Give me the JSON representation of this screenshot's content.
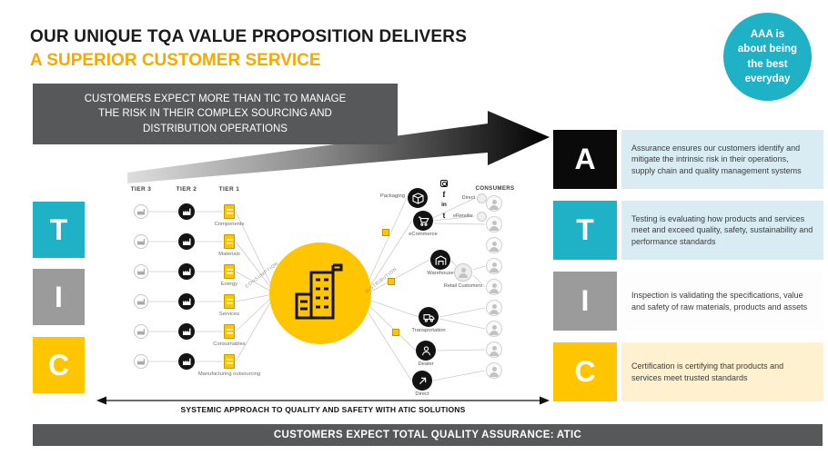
{
  "colors": {
    "cyan": "#1FB1C6",
    "yellow": "#FFC600",
    "orange_heading": "#F9A800",
    "dark_gray": "#57585A",
    "mid_gray": "#9B9B9C",
    "panel_blue": "#D9ECF4",
    "panel_yellow": "#FDF1CF",
    "black": "#0A0A0A"
  },
  "header": {
    "title_line1": "OUR UNIQUE TQA VALUE PROPOSITION DELIVERS",
    "title_line2": "A SUPERIOR CUSTOMER SERVICE"
  },
  "badge": {
    "text": "AAA is about being the best everyday"
  },
  "expect_banner": {
    "text": "CUSTOMERS EXPECT MORE THAN TIC TO MANAGE THE RISK IN THEIR COMPLEX SOURCING AND DISTRIBUTION OPERATIONS"
  },
  "left_letters": [
    {
      "letter": "T"
    },
    {
      "letter": "I"
    },
    {
      "letter": "C"
    }
  ],
  "diagram": {
    "tier_headers": [
      "TIER 3",
      "TIER 2",
      "TIER 1"
    ],
    "supply_rows": [
      {
        "label": "Components"
      },
      {
        "label": "Materials"
      },
      {
        "label": "Energy"
      },
      {
        "label": "Services"
      },
      {
        "label": "Consumables"
      },
      {
        "label": "Manufacturing outsourcing"
      }
    ],
    "flow_labels": {
      "left": "CONSUMPTION",
      "right": "DISTRIBUTION"
    },
    "channels": [
      {
        "label": "Packaging"
      },
      {
        "label": "eCommerce"
      },
      {
        "label": "Warehouse"
      },
      {
        "label": "Transportation"
      },
      {
        "label": "Dealer"
      },
      {
        "label": "Direct"
      }
    ],
    "ecommerce_sub": [
      "Direct",
      "eRetailer"
    ],
    "retail_label": "Retail Customers",
    "consumers_header": "CONSUMERS",
    "social_icons": [
      "instagram",
      "facebook",
      "linkedin",
      "twitter"
    ],
    "axis_label": "SYSTEMIC APPROACH TO QUALITY AND SAFETY WITH ATIC SOLUTIONS"
  },
  "right_panel": {
    "rows": [
      {
        "letter": "A",
        "text": "Assurance ensures our customers identify and mitigate the intrinsic risk in their operations, supply chain and quality management systems"
      },
      {
        "letter": "T",
        "text": "Testing is evaluating how products and services meet and exceed quality, safety, sustainability and performance standards"
      },
      {
        "letter": "I",
        "text": "Inspection is validating the specifications, value and safety of raw materials, products and assets"
      },
      {
        "letter": "C",
        "text": "Certification is certifying that products and services meet trusted standards"
      }
    ]
  },
  "bottom_banner": {
    "text": "CUSTOMERS EXPECT TOTAL QUALITY ASSURANCE: ATIC"
  }
}
